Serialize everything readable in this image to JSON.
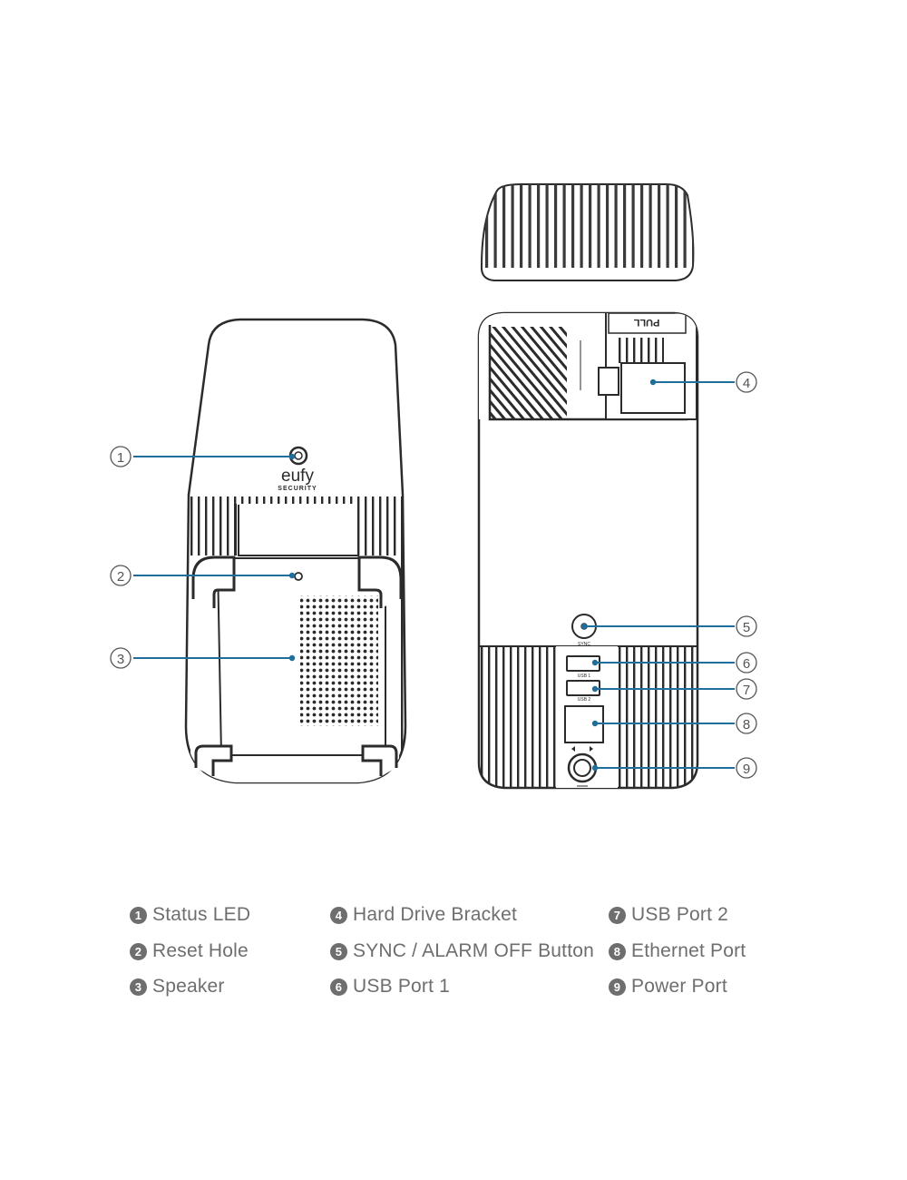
{
  "brand": {
    "logo_word": "eufy",
    "logo_sub": "SECURITY"
  },
  "device_labels": {
    "sync": "SYNC",
    "usb1": "USB 1",
    "usb2": "USB 2",
    "pull": "PULL"
  },
  "colors": {
    "callout_line": "#1f6e9c",
    "outline": "#2b2b2b",
    "legend_text": "#6e6e6e"
  },
  "callouts": [
    {
      "num": "1"
    },
    {
      "num": "2"
    },
    {
      "num": "3"
    },
    {
      "num": "4"
    },
    {
      "num": "5"
    },
    {
      "num": "6"
    },
    {
      "num": "7"
    },
    {
      "num": "8"
    },
    {
      "num": "9"
    }
  ],
  "legend": [
    {
      "num": "1",
      "label": "Status LED"
    },
    {
      "num": "2",
      "label": "Reset Hole"
    },
    {
      "num": "3",
      "label": "Speaker"
    },
    {
      "num": "4",
      "label": "Hard Drive Bracket"
    },
    {
      "num": "5",
      "label": "SYNC / ALARM OFF Button"
    },
    {
      "num": "6",
      "label": "USB Port 1"
    },
    {
      "num": "7",
      "label": "USB Port 2"
    },
    {
      "num": "8",
      "label": "Ethernet Port"
    },
    {
      "num": "9",
      "label": "Power Port"
    }
  ]
}
